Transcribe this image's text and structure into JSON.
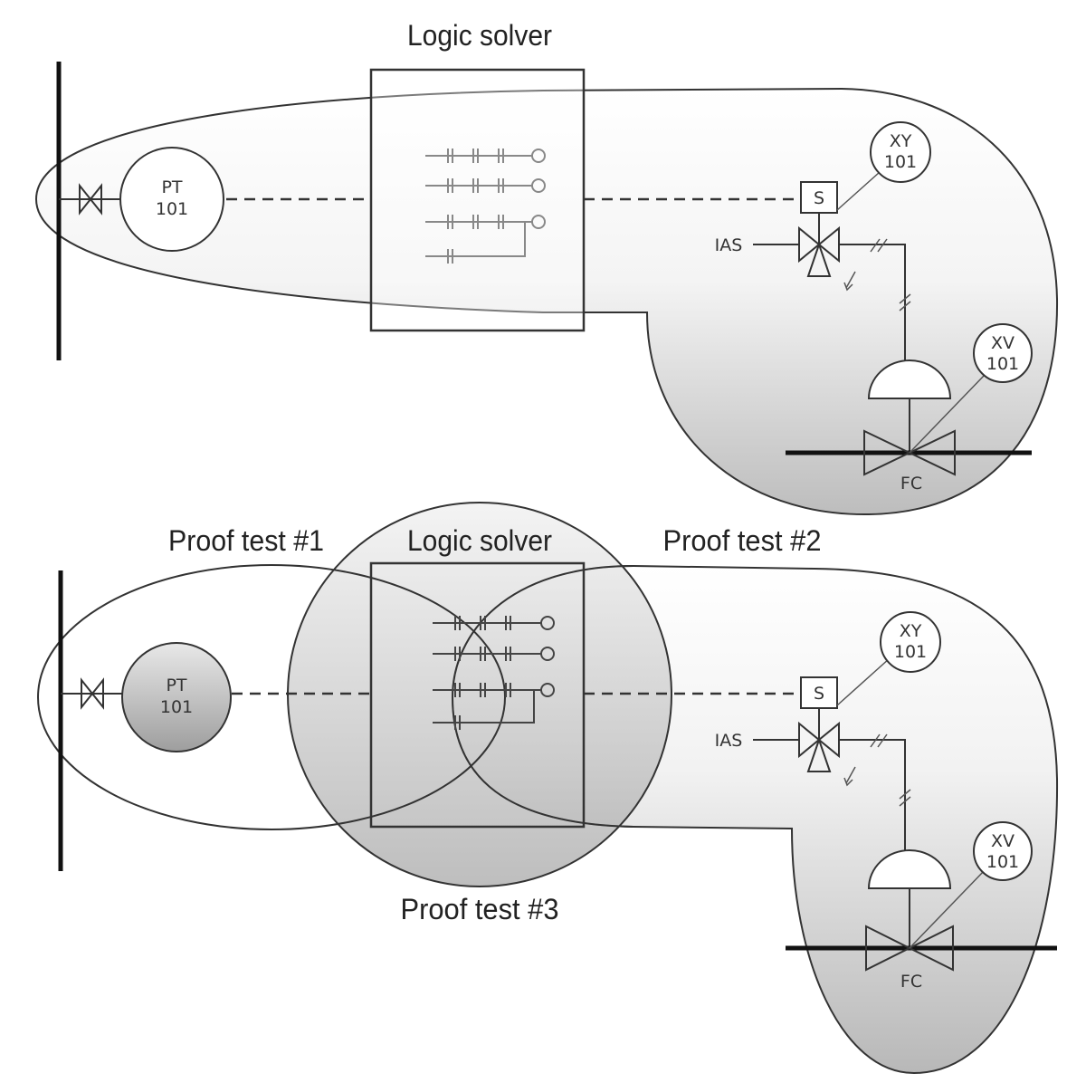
{
  "top": {
    "title": "Logic solver",
    "pt_tag": [
      "PT",
      "101"
    ],
    "xy_tag": [
      "XY",
      "101"
    ],
    "xv_tag": [
      "XV",
      "101"
    ],
    "solenoid": "S",
    "air_supply": "IAS",
    "fail_mode": "FC"
  },
  "bottom": {
    "title": "Logic solver",
    "proof_test_1": "Proof test #1",
    "proof_test_2": "Proof test #2",
    "proof_test_3": "Proof test #3",
    "pt_tag": [
      "PT",
      "101"
    ],
    "xy_tag": [
      "XY",
      "101"
    ],
    "xv_tag": [
      "XV",
      "101"
    ],
    "solenoid": "S",
    "air_supply": "IAS",
    "fail_mode": "FC"
  },
  "colors": {
    "line": "#333333",
    "shade_light": "#ffffff",
    "shade_dark": "#c4c4c4"
  }
}
